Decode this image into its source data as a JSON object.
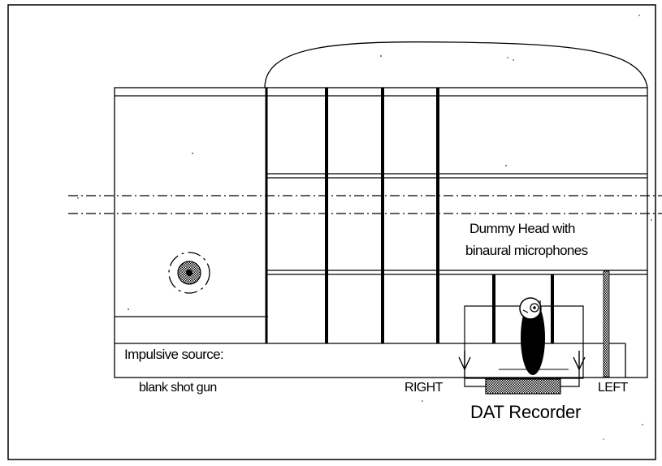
{
  "labels": {
    "dummy_head_line1": "Dummy Head with",
    "dummy_head_line2": "binaural microphones",
    "source_line1": "Impulsive source:",
    "source_line2": "blank shot gun",
    "right": "RIGHT",
    "left": "LEFT",
    "dat_recorder": "DAT Recorder"
  },
  "colors": {
    "line": "#000000",
    "background": "#ffffff",
    "speckle": "#555555"
  }
}
